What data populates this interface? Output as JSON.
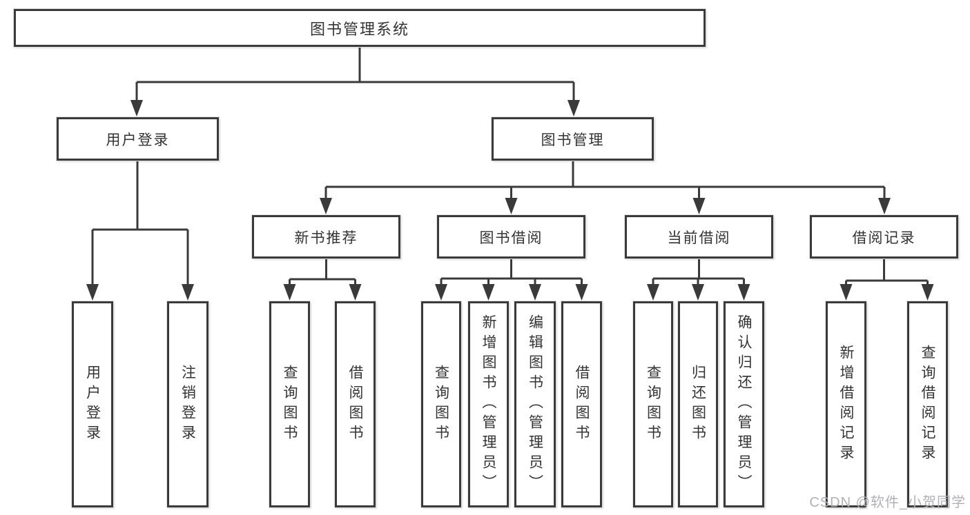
{
  "tree": {
    "root": "图书管理系统",
    "children": [
      {
        "label": "用户登录",
        "children": [
          "用户登录",
          "注销登录"
        ]
      },
      {
        "label": "图书管理",
        "children": [
          {
            "label": "新书推荐",
            "children": [
              "查询图书",
              "借阅图书"
            ]
          },
          {
            "label": "图书借阅",
            "children": [
              "查询图书",
              "新增图书（管理员）",
              "编辑图书（管理员）",
              "借阅图书"
            ]
          },
          {
            "label": "当前借阅",
            "children": [
              "查询图书",
              "归还图书",
              "确认归还（管理员）"
            ]
          },
          {
            "label": "借阅记录",
            "children": [
              "新增借阅记录",
              "查询借阅记录"
            ]
          }
        ]
      }
    ]
  },
  "watermark": {
    "text": "CSDN @软件_小贺同学"
  },
  "colors": {
    "line": "#3a3a3a",
    "text": "#333333",
    "watermark": "#b0b0b6",
    "background": "#ffffff"
  }
}
